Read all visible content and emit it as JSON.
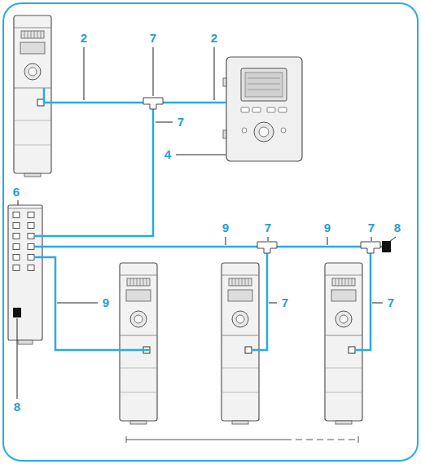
{
  "diagram": {
    "labels": [
      "2",
      "7",
      "2",
      "7",
      "4",
      "6",
      "9",
      "7",
      "9",
      "7",
      "8",
      "9",
      "7",
      "7",
      "8"
    ]
  }
}
